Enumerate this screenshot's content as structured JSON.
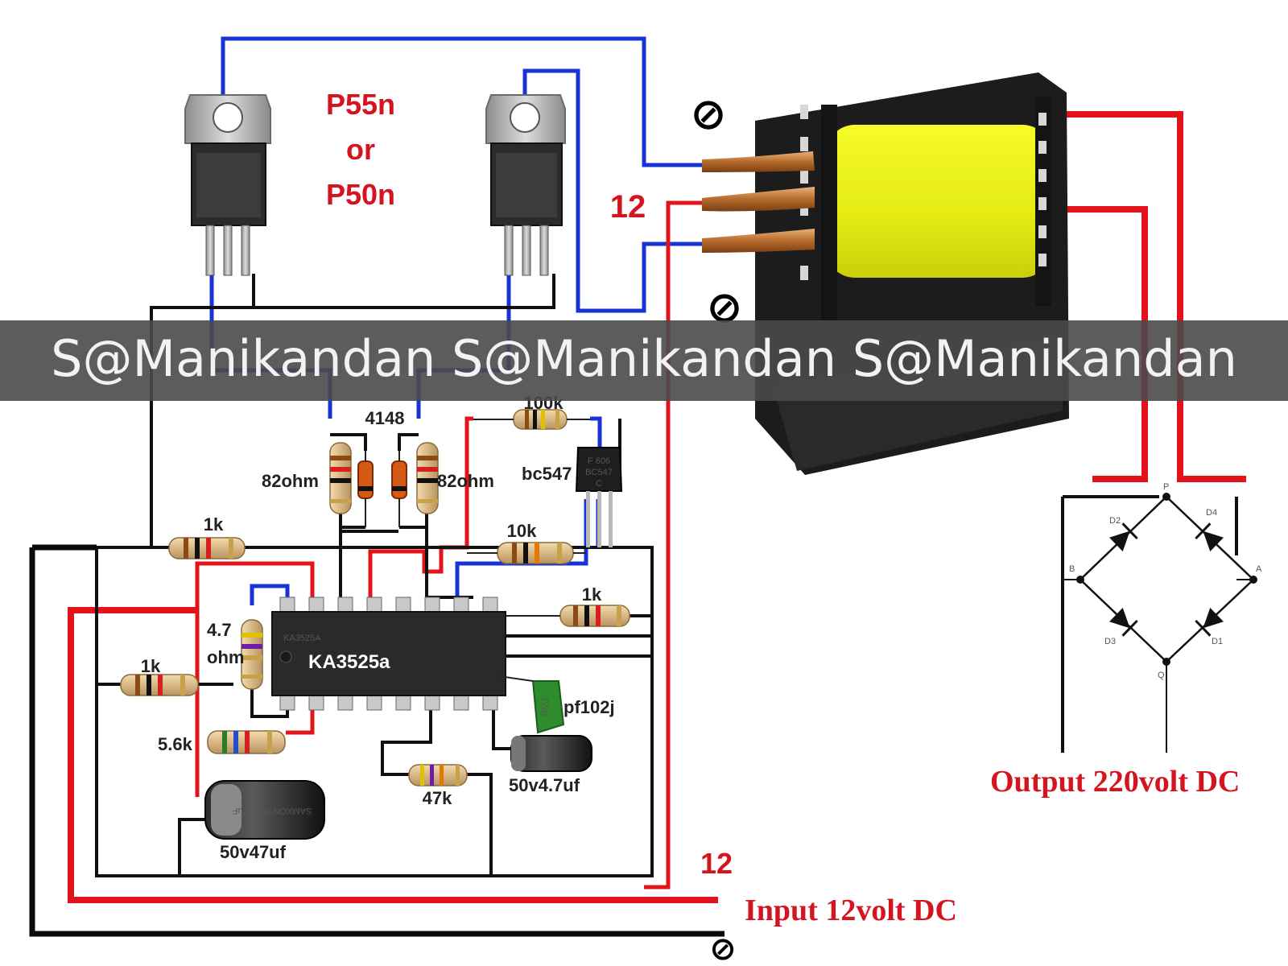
{
  "labels": {
    "mosfet_line1": "P55n",
    "mosfet_line2": "or",
    "mosfet_line3": "P50n",
    "center_tap_top": "12",
    "center_tap_bottom": "12",
    "diode_pair": "4148",
    "r_82_left": "82ohm",
    "r_82_right": "82ohm",
    "r_100k": "100k",
    "transistor": "bc547",
    "transistor_mark_1": "F 606",
    "transistor_mark_2": "BC547",
    "transistor_mark_3": "C",
    "r_1k_top": "1k",
    "r_10k": "10k",
    "r_1k_right": "1k",
    "r_4_7_line1": "4.7",
    "r_4_7_line2": "ohm",
    "ic_name": "KA3525a",
    "ic_small": "KA3525A",
    "r_1k_left": "1k",
    "r_5_6k": "5.6k",
    "cap_102j": "pf102j",
    "cap_102j_mark": "102J",
    "r_47k": "47k",
    "cap_4_7uf": "50v4.7uf",
    "cap_47uf": "50v47uf",
    "cap_47uf_mark": "SAMXON 50V 47uF",
    "output": "Output 220volt DC",
    "input": "Input 12volt DC",
    "bridge_p": "P",
    "bridge_q": "Q",
    "bridge_a": "A",
    "bridge_b": "B",
    "d1": "D1",
    "d2": "D2",
    "d3": "D3",
    "d4": "D4"
  },
  "watermark": "S@Manikandan S@Manikandan S@Manikandan",
  "ground_symbol": "⊘",
  "colors": {
    "wire_blue": "#1733d6",
    "wire_red": "#e3131c",
    "wire_black": "#111111",
    "label_red": "#d4141e",
    "bobbin_yellow": "#eef21a",
    "watermark_band": "#4a4a4a"
  }
}
